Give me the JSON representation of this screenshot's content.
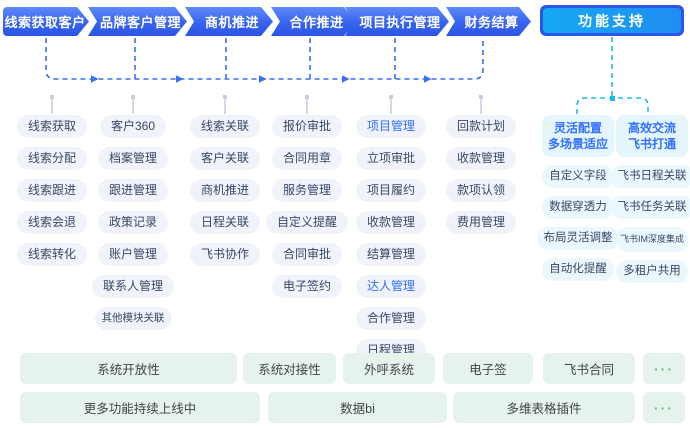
{
  "flow": {
    "stages": [
      {
        "label": "线索获取客户"
      },
      {
        "label": "品牌客户管理"
      },
      {
        "label": "商机推进"
      },
      {
        "label": "合作推进"
      },
      {
        "label": "项目执行管理"
      },
      {
        "label": "财务结算"
      }
    ],
    "support_button": "功能支持"
  },
  "columns": [
    {
      "stage": "线索获取客户",
      "items": [
        {
          "label": "线索获取"
        },
        {
          "label": "线索分配"
        },
        {
          "label": "线索跟进"
        },
        {
          "label": "线索会退"
        },
        {
          "label": "线索转化"
        }
      ]
    },
    {
      "stage": "品牌客户管理",
      "items": [
        {
          "label": "客户360"
        },
        {
          "label": "档案管理"
        },
        {
          "label": "跟进管理"
        },
        {
          "label": "政策记录"
        },
        {
          "label": "账户管理"
        },
        {
          "label": "联系人管理"
        },
        {
          "label": "其他模块关联",
          "small": true
        }
      ]
    },
    {
      "stage": "商机推进",
      "items": [
        {
          "label": "线索关联"
        },
        {
          "label": "客户关联"
        },
        {
          "label": "商机推进"
        },
        {
          "label": "日程关联"
        },
        {
          "label": "飞书协作"
        }
      ]
    },
    {
      "stage": "合作推进",
      "items": [
        {
          "label": "报价审批"
        },
        {
          "label": "合同用章"
        },
        {
          "label": "服务管理"
        },
        {
          "label": "自定义提醒"
        },
        {
          "label": "合同审批"
        },
        {
          "label": "电子签约"
        }
      ]
    },
    {
      "stage": "项目执行管理",
      "items": [
        {
          "label": "项目管理",
          "highlight": true
        },
        {
          "label": "立项审批"
        },
        {
          "label": "项目履约"
        },
        {
          "label": "收款管理"
        },
        {
          "label": "结算管理"
        },
        {
          "label": "达人管理",
          "highlight": true
        },
        {
          "label": "合作管理"
        },
        {
          "label": "日程管理"
        }
      ]
    },
    {
      "stage": "财务结算",
      "items": [
        {
          "label": "回款计划"
        },
        {
          "label": "收款管理"
        },
        {
          "label": "款项认领"
        },
        {
          "label": "费用管理"
        }
      ]
    }
  ],
  "support": {
    "groups": [
      {
        "header_lines": [
          "灵活配置",
          "多场景适应"
        ],
        "items": [
          {
            "label": "自定义字段"
          },
          {
            "label": "数据穿透力"
          },
          {
            "label": "布局灵活调整"
          },
          {
            "label": "自动化提醒"
          }
        ]
      },
      {
        "header_lines": [
          "高效交流",
          "飞书打通"
        ],
        "items": [
          {
            "label": "飞书日程关联"
          },
          {
            "label": "飞书任务关联"
          },
          {
            "label": "飞书IM深度集成",
            "small": true
          },
          {
            "label": "多租户共用"
          }
        ]
      }
    ]
  },
  "bottom": {
    "row1": [
      "系统开放性",
      "系统对接性",
      "外呼系统",
      "电子签",
      "飞书合同",
      "···"
    ],
    "row2": [
      "更多功能持续上线中",
      "数据bi",
      "多维表格插件",
      "···"
    ]
  },
  "colors": {
    "stage_blue": "#3763ee",
    "support_button_fill": "#18a8f0",
    "support_button_border": "#2d55e6",
    "connector_blue": "#3a6ff2",
    "connector_cyan": "#22b8ec",
    "pin_gray": "#c5cedf",
    "pill_bg": "#f0f3fa",
    "pill_text": "#3a4866",
    "highlight_text": "#3370ff",
    "support_header_bg": "#e4f6fc",
    "bottom_bg": "#e6f3ec",
    "dots_green": "#69bd92"
  }
}
